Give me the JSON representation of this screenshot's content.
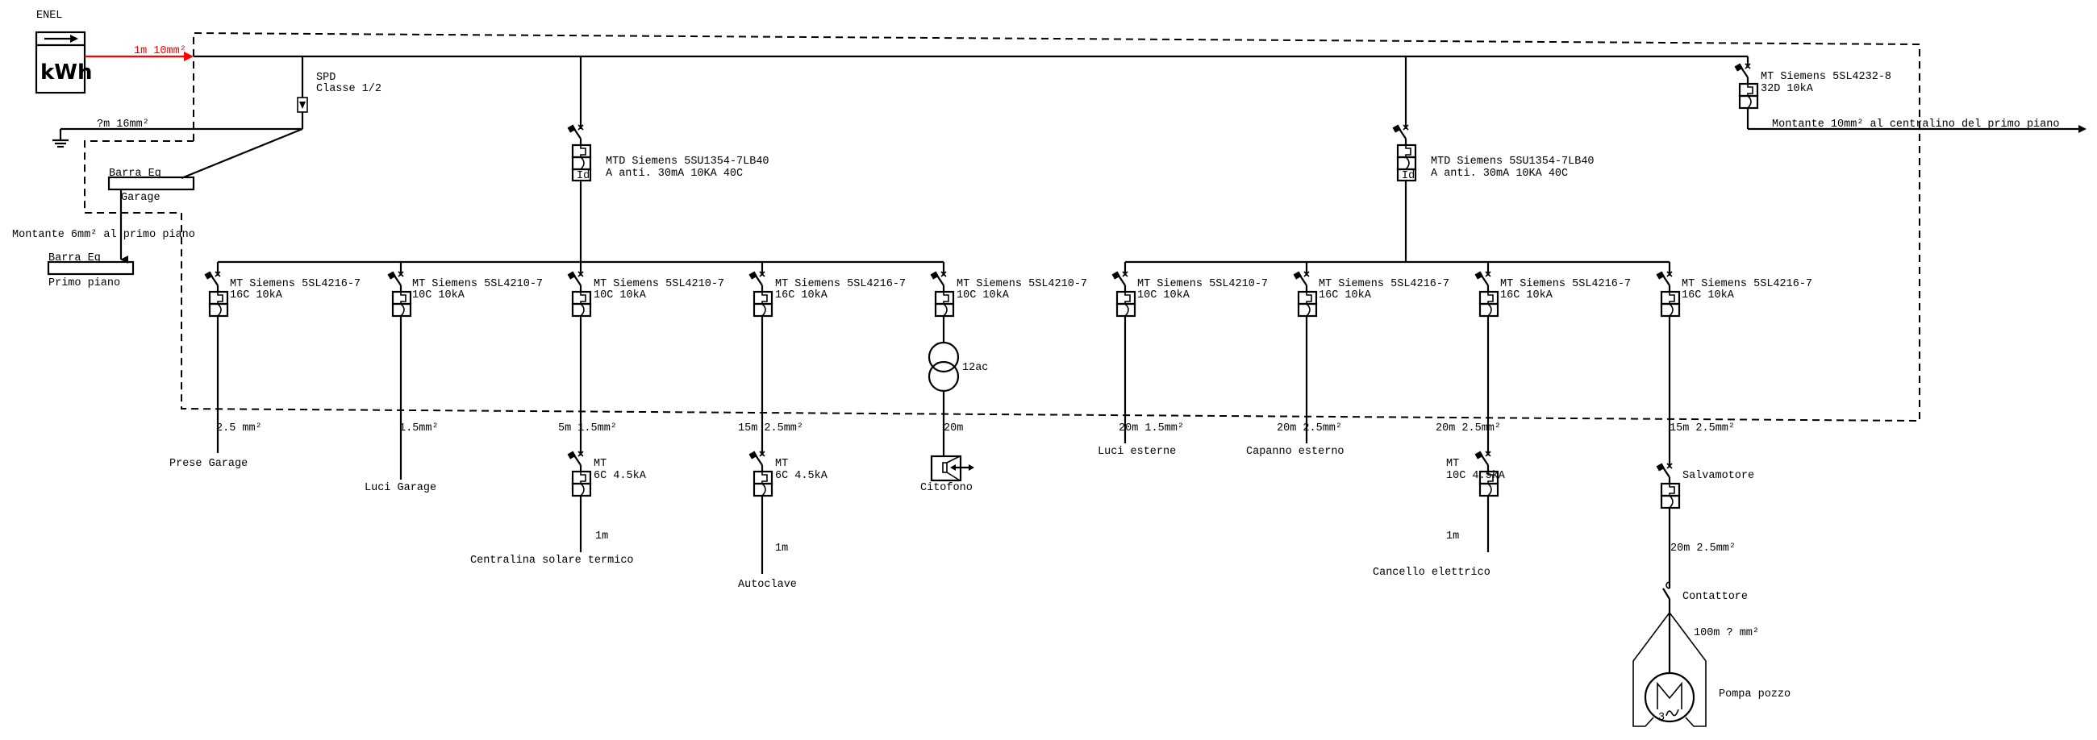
{
  "supply": {
    "label": "ENEL",
    "meter_label": "kWh",
    "feed_cable": "1m 10mm²",
    "feed_color": "#ff0000"
  },
  "spd": {
    "line1": "SPD",
    "line2": "Classe 1/2"
  },
  "earth": {
    "cable": "?m 16mm²"
  },
  "equipotential_bars": [
    {
      "label_top": "Barra Eq",
      "label_bottom": "Garage"
    },
    {
      "label_top": "Barra Eq",
      "label_bottom": "Primo piano"
    }
  ],
  "riser_primo_piano": "Montante 6mm² al primo piano",
  "main_breaker_right": {
    "line1": "MT Siemens 5SL4232-8",
    "line2": "32D 10kA",
    "riser": "Montante 10mm² al centralino del primo piano"
  },
  "rcd_groups": [
    {
      "rcd": {
        "line1": "MTD Siemens 5SU1354-7LB40",
        "line2": "A anti. 30mA 10KA 40C",
        "id_label": "Id"
      },
      "branches": [
        {
          "breaker_line1": "MT Siemens 5SL4216-7",
          "breaker_line2": "16C 10kA",
          "cable": "2.5 mm²",
          "load": "Prese Garage"
        },
        {
          "breaker_line1": "MT Siemens 5SL4210-7",
          "breaker_line2": "10C 10kA",
          "cable": "1.5mm²",
          "load": "Luci Garage"
        },
        {
          "breaker_line1": "MT Siemens 5SL4210-7",
          "breaker_line2": "10C 10kA",
          "cable": "5m 1.5mm²",
          "sub_breaker_line1": "MT",
          "sub_breaker_line2": "6C 4.5kA",
          "sub_cable": "1m",
          "load": "Centralina solare termico"
        },
        {
          "breaker_line1": "MT Siemens 5SL4216-7",
          "breaker_line2": "16C 10kA",
          "cable": "15m 2.5mm²",
          "sub_breaker_line1": "MT",
          "sub_breaker_line2": "6C 4.5kA",
          "sub_cable": "1m",
          "load": "Autoclave"
        },
        {
          "breaker_line1": "MT Siemens 5SL4210-7",
          "breaker_line2": "10C 10kA",
          "transformer": "12ac",
          "cable": "20m",
          "load": "Citofono"
        }
      ]
    },
    {
      "rcd": {
        "line1": "MTD Siemens 5SU1354-7LB40",
        "line2": "A anti. 30mA 10KA 40C",
        "id_label": "Id"
      },
      "branches": [
        {
          "breaker_line1": "MT Siemens 5SL4210-7",
          "breaker_line2": "10C 10kA",
          "cable": "20m 1.5mm²",
          "load": "Luci esterne"
        },
        {
          "breaker_line1": "MT Siemens 5SL4216-7",
          "breaker_line2": "16C 10kA",
          "cable": "20m 2.5mm²",
          "load": "Capanno esterno"
        },
        {
          "breaker_line1": "MT Siemens 5SL4216-7",
          "breaker_line2": "16C 10kA",
          "cable": "20m 2.5mm²",
          "sub_breaker_line1": "MT",
          "sub_breaker_line2": "10C 4.5kA",
          "sub_cable": "1m",
          "load": "Cancello elettrico"
        },
        {
          "breaker_line1": "MT Siemens 5SL4216-7",
          "breaker_line2": "16C 10kA",
          "cable": "15m 2.5mm²",
          "sub_breaker_line1": "Salvamotore",
          "sub_cable": "20m 2.5mm²",
          "contactor": "Contattore",
          "motor_cable": "100m ? mm²",
          "load": "Pompa pozzo",
          "motor_symbol": "M",
          "motor_phase": "3~"
        }
      ]
    }
  ]
}
